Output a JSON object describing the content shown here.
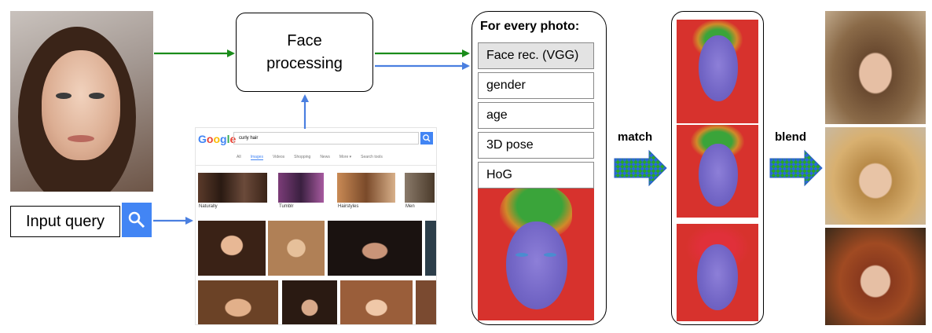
{
  "query": {
    "text": "Input query"
  },
  "processing": {
    "line1": "Face",
    "line2": "processing"
  },
  "google": {
    "logo": [
      "G",
      "o",
      "o",
      "g",
      "l",
      "e"
    ],
    "logo_colors": [
      "#4285f4",
      "#ea4335",
      "#fbbc05",
      "#4285f4",
      "#34a853",
      "#ea4335"
    ],
    "search_text": "curly hair",
    "tabs": [
      "All",
      "Images",
      "Videos",
      "Shopping",
      "News",
      "More ▾",
      "Search tools"
    ],
    "active_tab": "Images",
    "related": [
      "Naturally",
      "Tumblr",
      "Hairstyles",
      "Men"
    ]
  },
  "features": {
    "title": "For every photo:",
    "items": [
      "Face rec. (VGG)",
      "gender",
      "age",
      "3D pose",
      "HoG"
    ]
  },
  "labels": {
    "match": "match",
    "blend": "blend"
  },
  "colors": {
    "green_arrow": "#1a8c1a",
    "blue_arrow": "#4a7fe0",
    "search_blue": "#4285f4",
    "heat_red": "#d7322d",
    "heat_blue": "#7366c6",
    "heat_green": "#3aa43a"
  }
}
